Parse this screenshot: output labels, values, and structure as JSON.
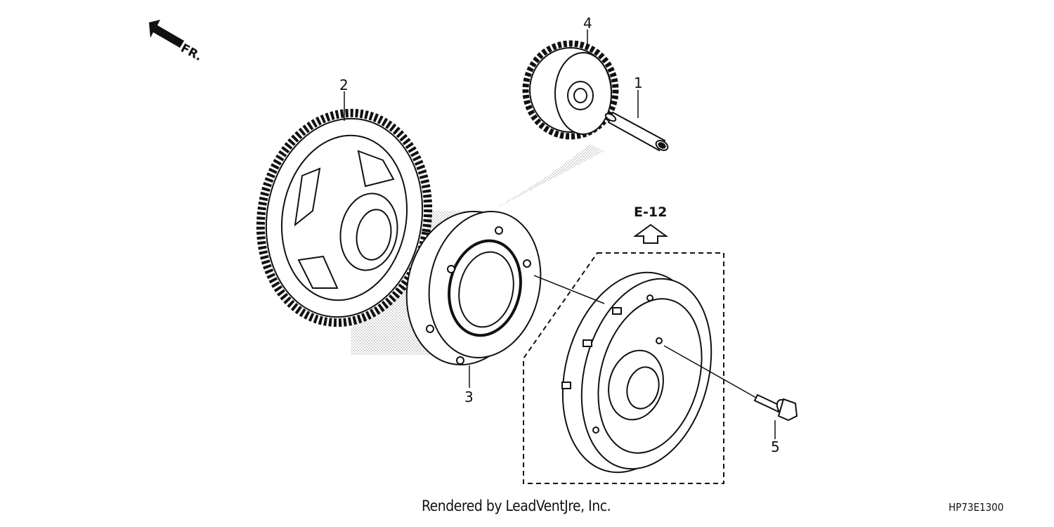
{
  "diagram": {
    "direction_label": "FR.",
    "reference_label": "E-12",
    "callouts": [
      "1",
      "2",
      "3",
      "4",
      "5"
    ],
    "credit": "Rendered by LeadVentJre, Inc.",
    "diagram_code": "HP73E1300",
    "parts": [
      {
        "callout": "1",
        "icon": "pin-shaft-icon"
      },
      {
        "callout": "2",
        "icon": "starter-driven-gear-icon"
      },
      {
        "callout": "3",
        "icon": "starter-clutch-icon"
      },
      {
        "callout": "4",
        "icon": "idle-gear-icon"
      },
      {
        "callout": "5",
        "icon": "flange-bolt-icon"
      }
    ]
  }
}
